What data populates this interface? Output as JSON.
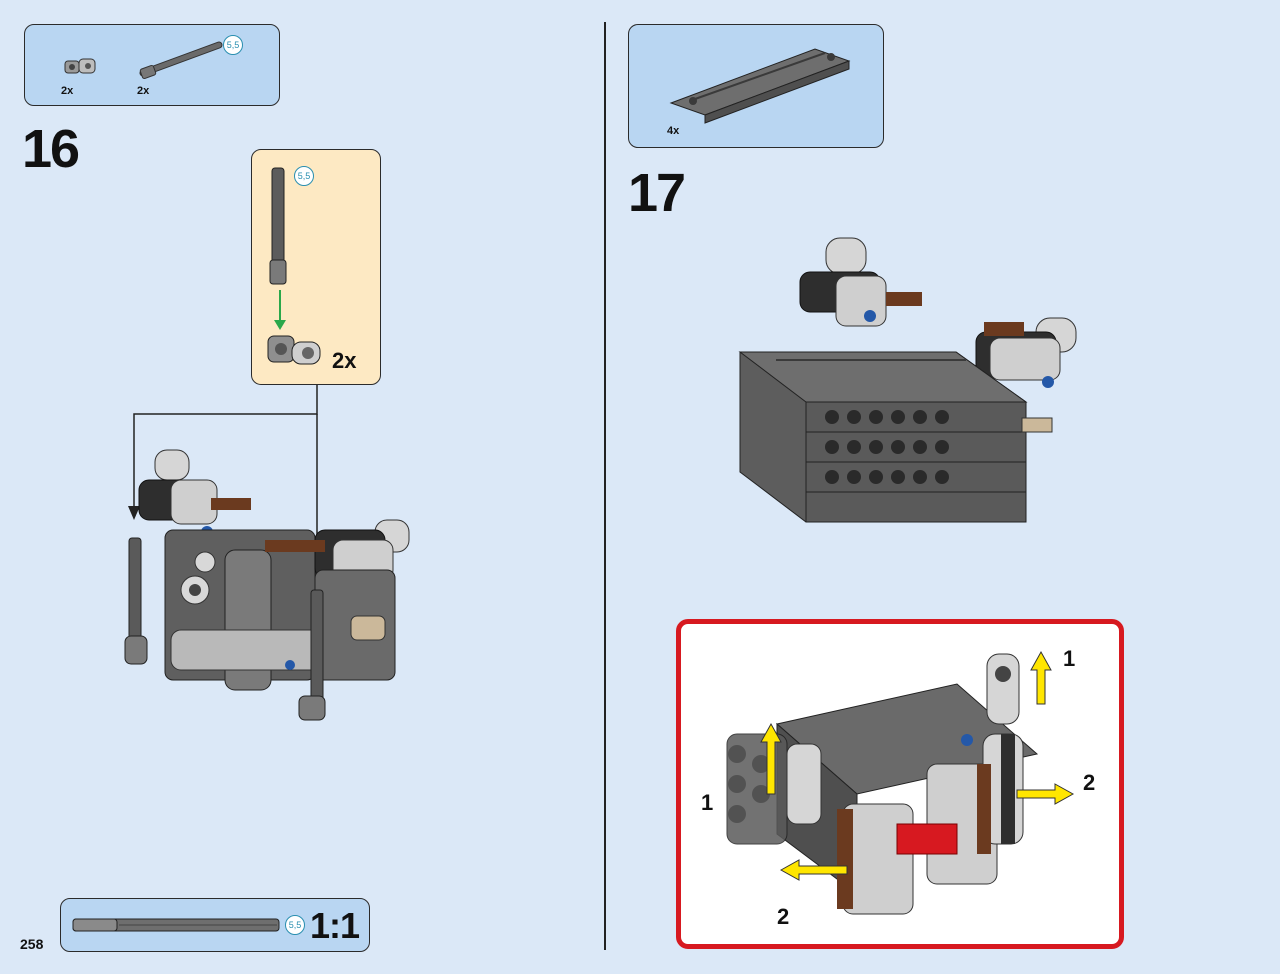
{
  "page": {
    "number": "258"
  },
  "step16": {
    "number": "16",
    "parts": [
      {
        "icon": "axle-connector-icon",
        "qty": "2x"
      },
      {
        "icon": "axle-icon",
        "qty": "2x",
        "length": "5,5"
      }
    ],
    "callout": {
      "length": "5,5",
      "multiplier": "2x"
    }
  },
  "step17": {
    "number": "17",
    "parts": [
      {
        "icon": "beam-panel-icon",
        "qty": "4x"
      }
    ],
    "detail": {
      "labels": [
        "1",
        "1",
        "2",
        "2"
      ]
    }
  },
  "scale": {
    "length": "5,5",
    "ratio": "1:1"
  },
  "colors": {
    "background": "#dbe8f7",
    "parts_box": "#b9d6f2",
    "callout": "#fde9c3",
    "highlight_border": "#d71920",
    "arrow_yellow": "#ffe600",
    "arrow_green": "#2aa84a"
  }
}
